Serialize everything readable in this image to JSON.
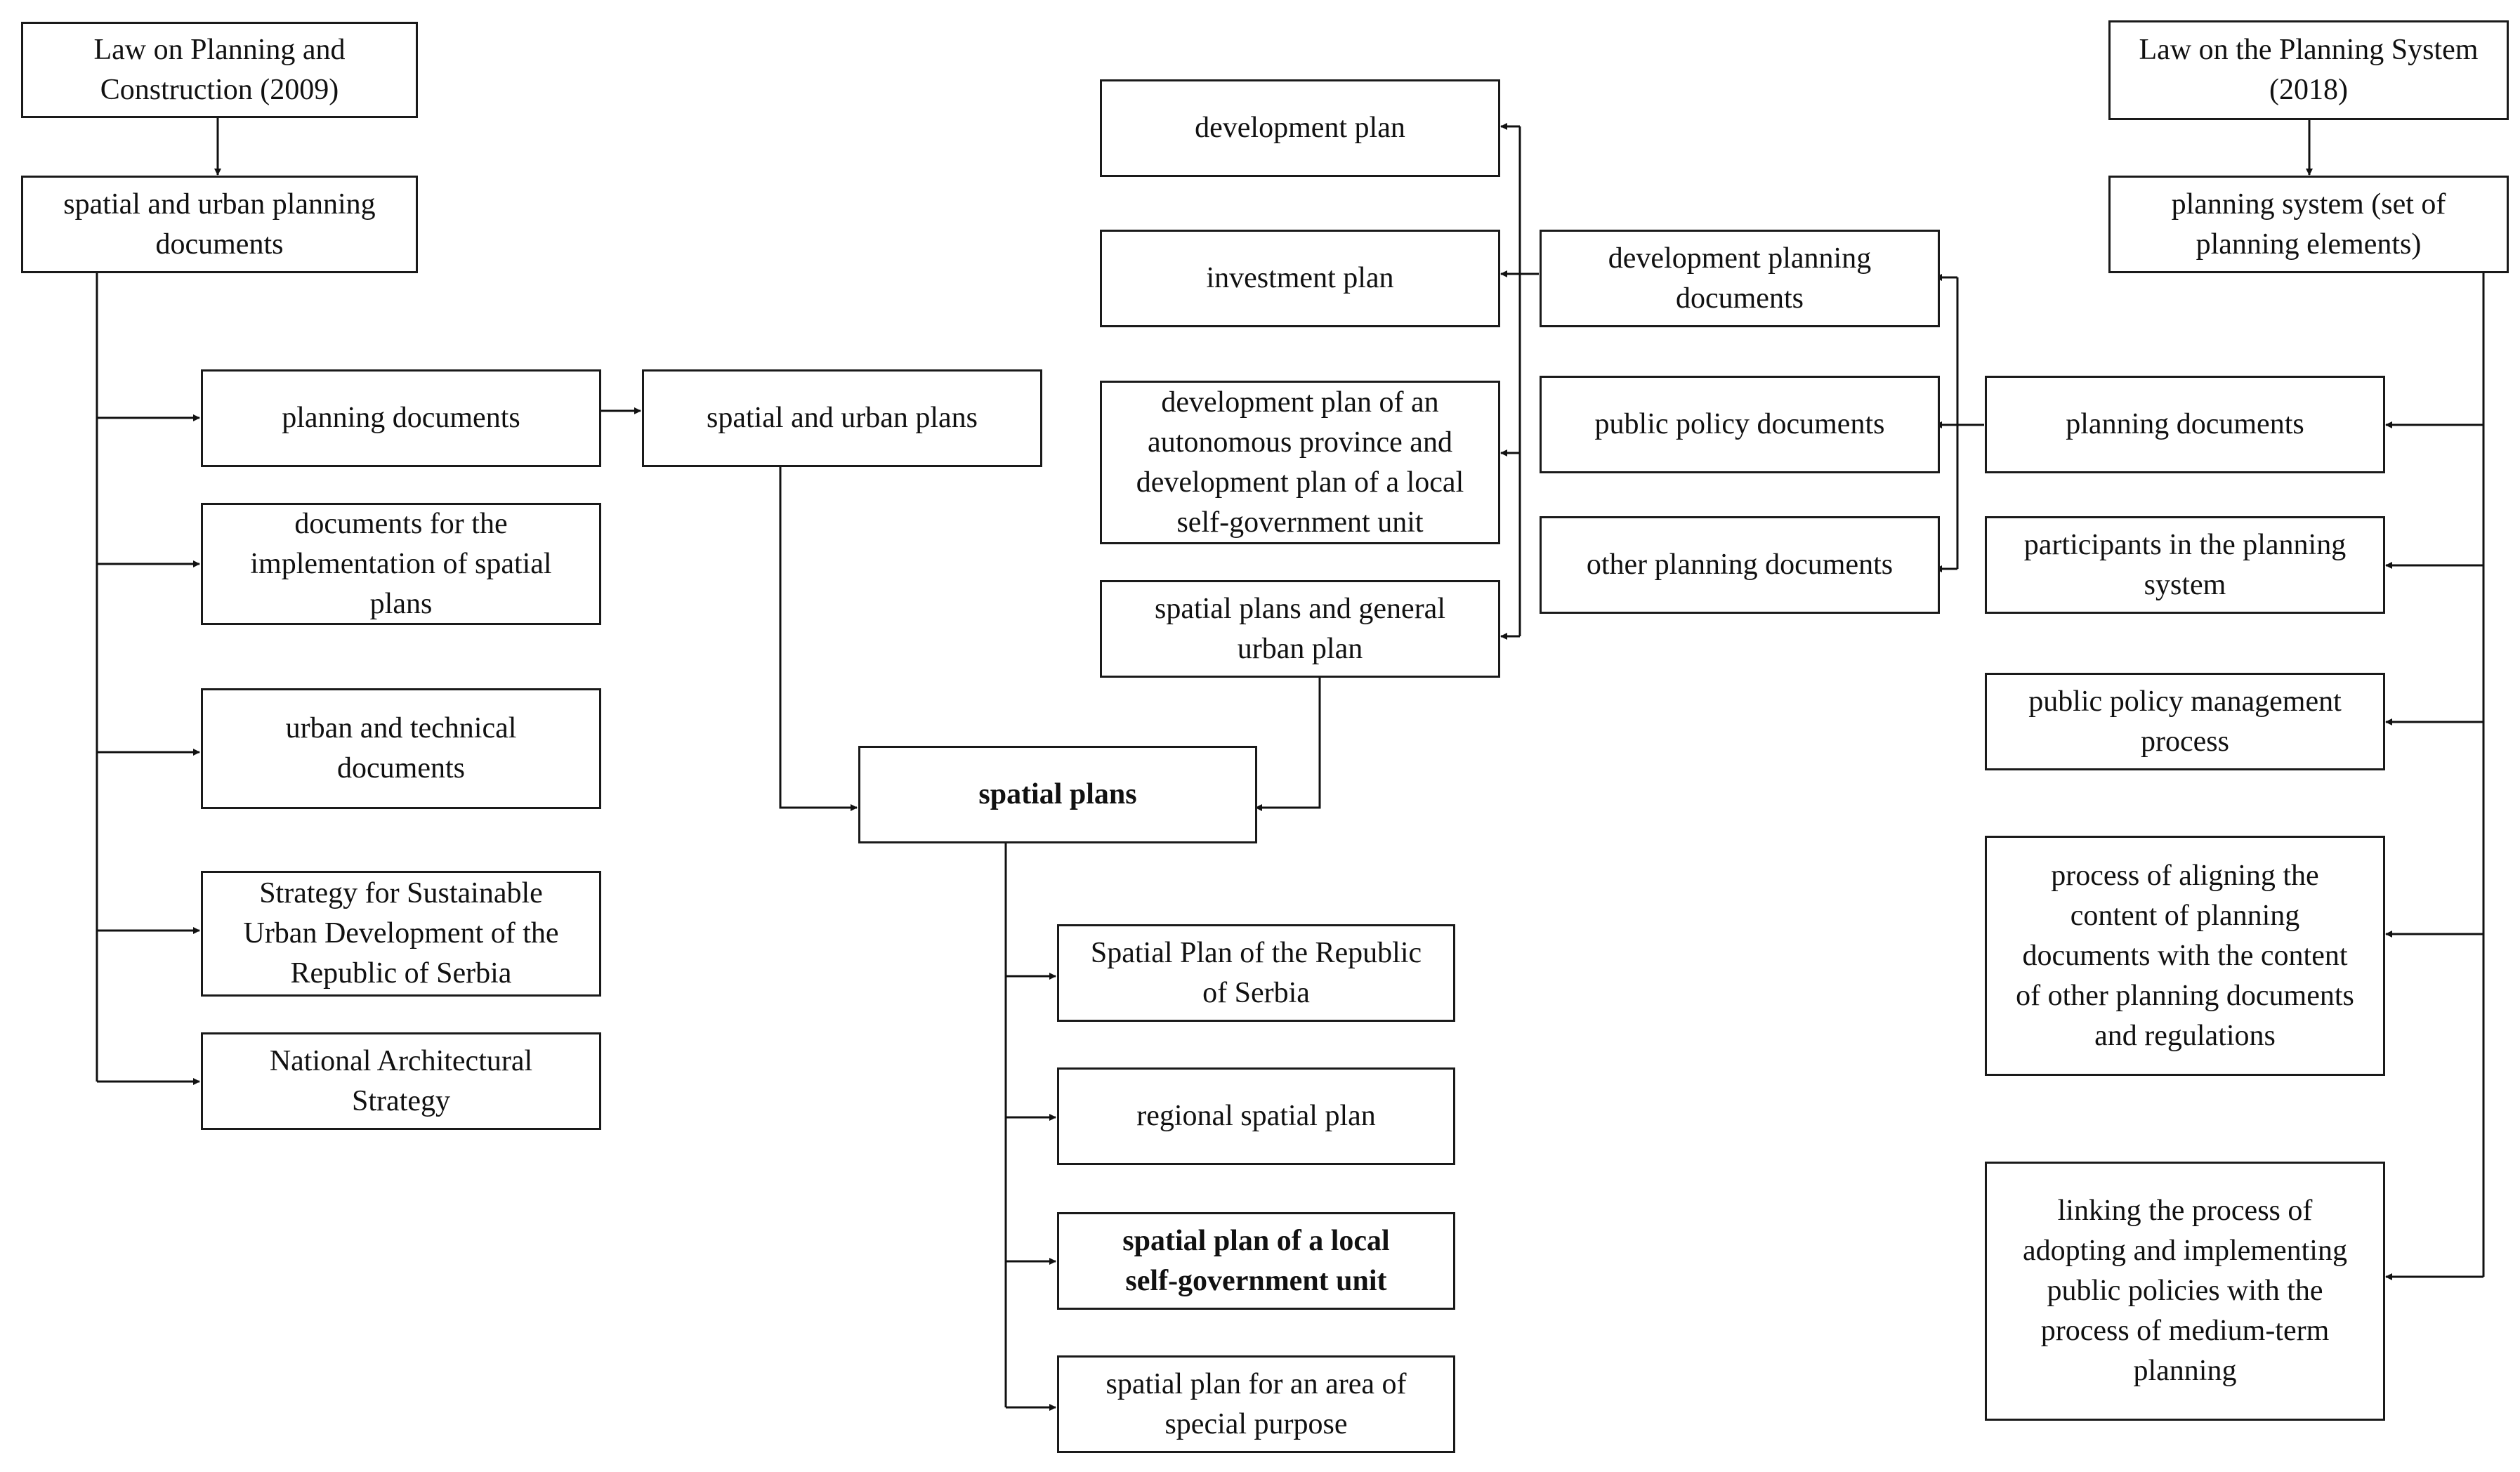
{
  "boxes": {
    "lpc2009": "Law on Planning and\nConstruction (2009)",
    "suplanning_docs": "spatial and urban planning\ndocuments",
    "left_planning_docs": "planning documents",
    "impl_docs": "documents for the\nimplementation of spatial\nplans",
    "urban_tech_docs": "urban and technical\ndocuments",
    "sustainable_strategy": "Strategy for Sustainable\nUrban Development of the\nRepublic of Serbia",
    "national_arch_strategy": "National Architectural\nStrategy",
    "spatial_urban_plans": "spatial and urban plans",
    "spatial_plans": "spatial plans",
    "sp_republic": "Spatial Plan of the Republic\nof Serbia",
    "sp_regional": "regional spatial plan",
    "sp_local": "spatial plan of a local\nself-government unit",
    "sp_special": "spatial plan for an area of\nspecial purpose",
    "development_plan": "development plan",
    "investment_plan": "investment plan",
    "dev_plan_province": "development plan of an\nautonomous province and\ndevelopment plan of a local\nself-government unit",
    "spatial_general_plan": "spatial plans and general\nurban plan",
    "dev_planning_docs": "development planning\ndocuments",
    "public_policy_docs": "public policy documents",
    "other_planning_docs": "other planning documents",
    "lps2018": "Law on the Planning System\n(2018)",
    "planning_system": "planning system (set of\nplanning elements)",
    "right_planning_docs": "planning documents",
    "participants": "participants in the planning\nsystem",
    "ppm_process": "public policy management\nprocess",
    "aligning_process": "process of aligning the\ncontent of planning\ndocuments with the content\nof other planning documents\nand regulations",
    "linking_process": "linking the process of\nadopting and implementing\npublic policies with the\nprocess of medium-term\nplanning"
  }
}
